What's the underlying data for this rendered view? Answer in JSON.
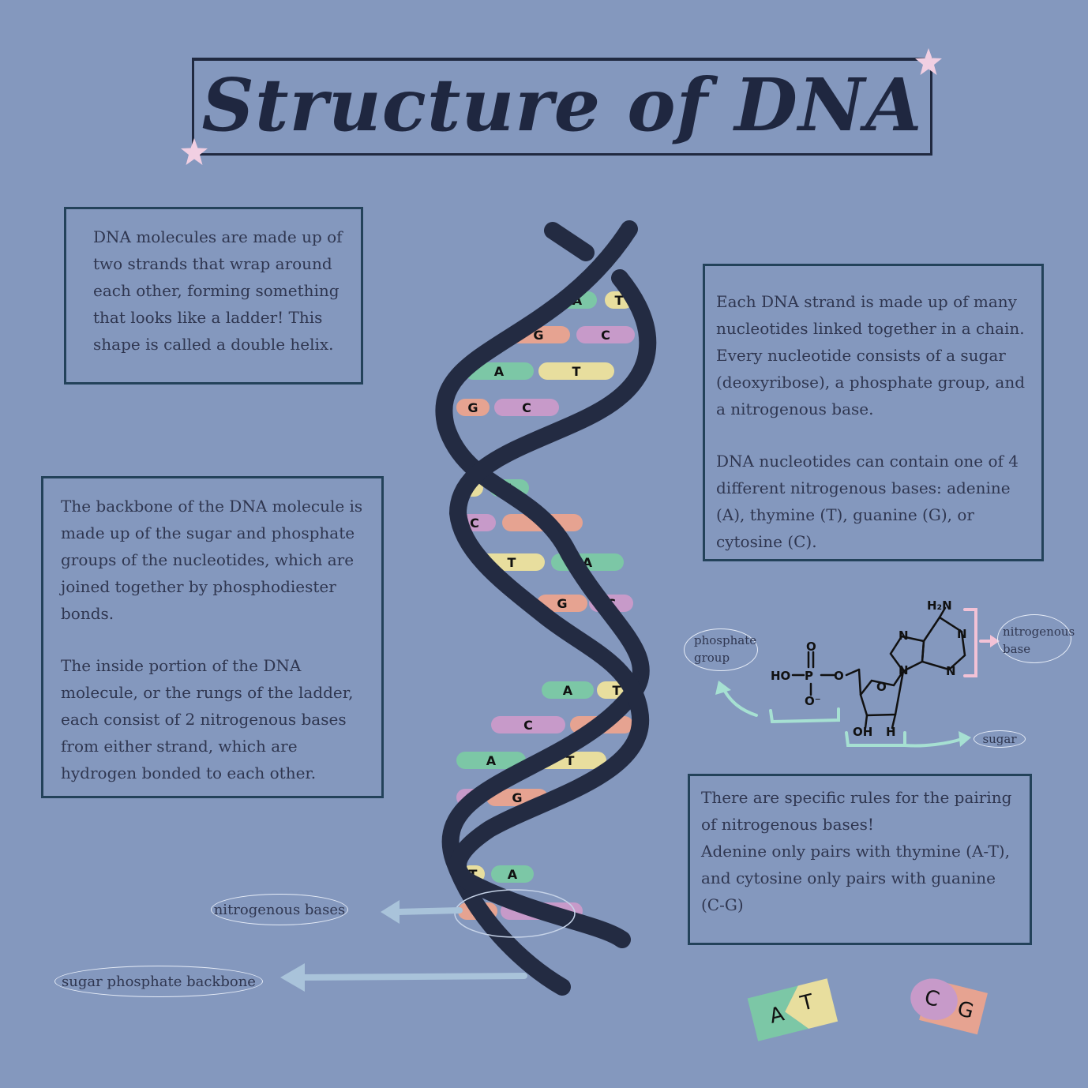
{
  "title": "Structure of DNA",
  "boxes": {
    "helix_intro": "DNA molecules are made up of two strands that wrap around each other, forming something that looks like a ladder! This shape is called a double helix.",
    "backbone": "The backbone of the DNA molecule is made up of the sugar and phosphate groups of the nucleotides, which are joined together by phosphodiester bonds.",
    "rungs": "The inside portion of the DNA molecule, or the rungs of the ladder, each consist of 2 nitrogenous bases from either strand, which are hydrogen bonded to each other.",
    "nucleotides": "Each DNA strand is made up of many nucleotides linked together in a chain. Every nucleotide consists of a sugar (deoxyribose), a phosphate group, and a nitrogenous base.",
    "bases": "DNA nucleotides can contain one of 4 different nitrogenous bases: adenine (A), thymine (T), guanine (G), or cytosine (C).",
    "pairing_intro": "There are specific rules for the pairing of nitrogenous bases!",
    "pairing_rules": "Adenine only pairs with thymine (A-T), and cytosine only pairs with guanine (C-G)"
  },
  "labels": {
    "nitrogenous_bases": "nitrogenous bases",
    "sugar_phosphate_backbone": "sugar phosphate backbone",
    "phosphate_group_1": "phosphate",
    "phosphate_group_2": "group",
    "nitrogenous_base_1": "nitrogenous",
    "nitrogenous_base_2": "base",
    "sugar": "sugar"
  },
  "molecule": {
    "ho": "HO",
    "p": "P",
    "o": "O",
    "o_minus": "O⁻",
    "ring_o": "O",
    "n": "N",
    "h2n": "H₂N",
    "oh": "OH",
    "h": "H"
  },
  "colors": {
    "background": "#8498be",
    "backbone": "#232b42",
    "A": "#7cc7a6",
    "T": "#e8de9e",
    "G": "#e6a391",
    "C": "#c79ac9",
    "arrow_blue": "#a9c3da",
    "arrow_teal": "#a6e0d2",
    "bracket_pink": "#f3c2d6",
    "star_pink": "#f1cfe2"
  },
  "rungs": [
    {
      "left": "A",
      "right": "T"
    },
    {
      "left": "G",
      "right": "C"
    },
    {
      "left": "A",
      "right": "T"
    },
    {
      "left": "G",
      "right": "C"
    },
    {
      "left": "T",
      "right": "A"
    },
    {
      "left": "C",
      "right": "G"
    },
    {
      "left": "T",
      "right": "A"
    },
    {
      "left": "G",
      "right": "C"
    },
    {
      "left": "A",
      "right": "T"
    },
    {
      "left": "C",
      "right": "G"
    },
    {
      "left": "A",
      "right": "T"
    },
    {
      "left": "C",
      "right": "G"
    },
    {
      "left": "T",
      "right": "A"
    },
    {
      "left": "G",
      "right": "C"
    }
  ],
  "pair_tiles": [
    {
      "left": "A",
      "right": "T"
    },
    {
      "left": "C",
      "right": "G"
    }
  ]
}
